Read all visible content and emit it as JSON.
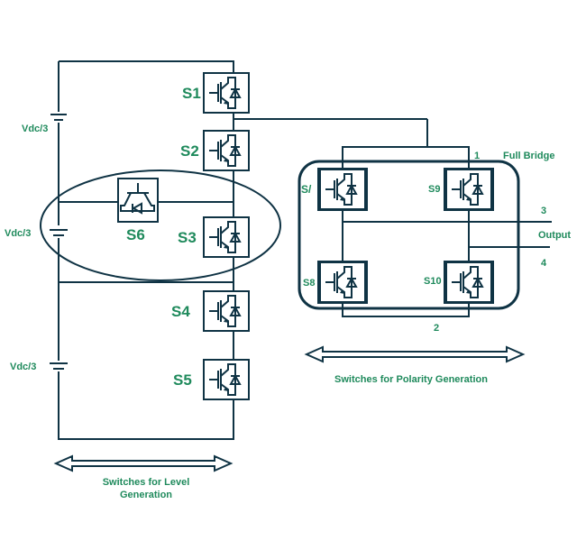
{
  "colors": {
    "wire": "#0f3344",
    "label": "#1f8a5c"
  },
  "sources": [
    "Vdc/3",
    "Vdc/3",
    "Vdc/3"
  ],
  "switches": {
    "s1": "S1",
    "s2": "S2",
    "s3": "S3",
    "s4": "S4",
    "s5": "S5",
    "s6": "S6",
    "s7": "S/",
    "s8": "S8",
    "s9": "S9",
    "s10": "S10"
  },
  "full_bridge": {
    "title": "Full Bridge",
    "node1": "1",
    "node2": "2",
    "node3": "3",
    "node4": "4",
    "output": "Output"
  },
  "captions": {
    "level_line1": "Switches for Level",
    "level_line2": "Generation",
    "polarity": "Switches for Polarity Generation"
  }
}
